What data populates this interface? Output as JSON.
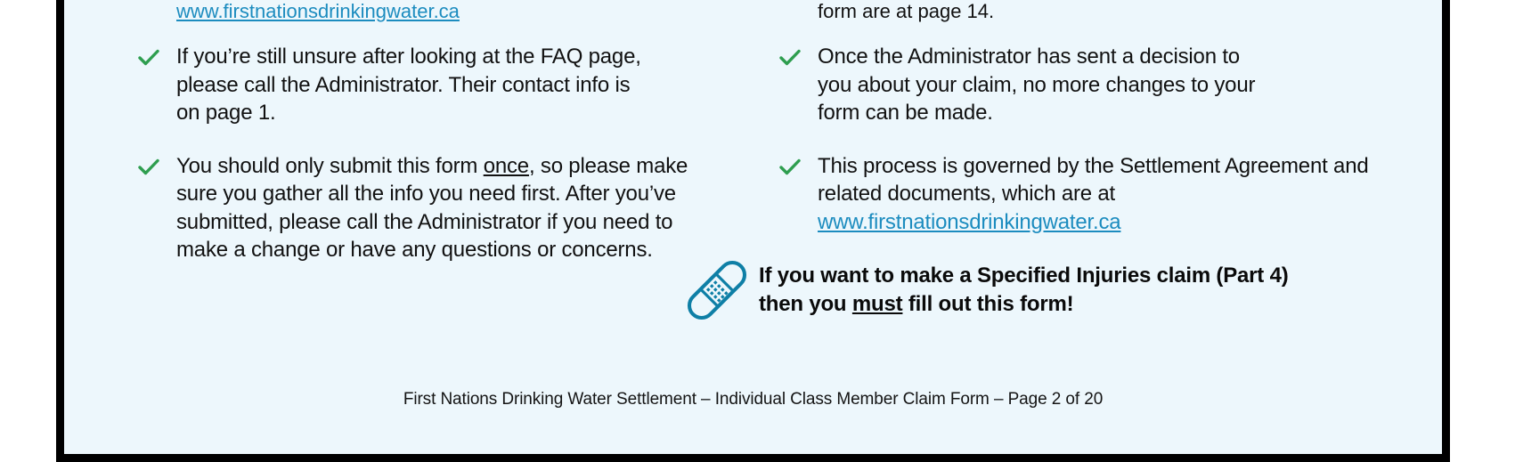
{
  "document": {
    "background_color": "#EDF7FC",
    "border_color": "#000000",
    "link_color": "#1C8CBF",
    "check_color": "#2E9E4F"
  },
  "clipped_top_lines": {
    "left": "www.firstnationsdrinkingwater.ca",
    "right": "form are at page 14."
  },
  "left_column": {
    "bullets": [
      {
        "icon": "check-icon",
        "lines": [
          "If you’re still unsure after looking at the FAQ page,",
          "please call the Administrator. Their contact info is",
          "on page 1."
        ]
      },
      {
        "icon": "check-icon",
        "segments": {
          "part1": "You should only submit this form ",
          "emphasis": "once",
          "part2": ", so please make sure you gather all the info you need first. After you’ve submitted, please call the Administrator if you need to make a change or have any questions or concerns."
        }
      }
    ]
  },
  "right_column": {
    "bullets": [
      {
        "icon": "check-icon",
        "lines": [
          "Once the Administrator has sent a decision to",
          "you about your claim, no more changes to your",
          "form can be made."
        ]
      },
      {
        "icon": "check-icon",
        "segments": {
          "part1": "This process is governed by the Settlement Agreement and related documents, which are at ",
          "link": "www.firstnationsdrinkingwater.ca"
        }
      }
    ]
  },
  "callout": {
    "icon": "bandage-icon",
    "text_part1": "If you want to make a Specified Injuries claim (Part 4) then you ",
    "text_emphasis": "must",
    "text_part2": " fill out this form!"
  },
  "footer": {
    "text": "First Nations Drinking Water Settlement – Individual Class Member Claim Form – Page 2 of 20"
  }
}
